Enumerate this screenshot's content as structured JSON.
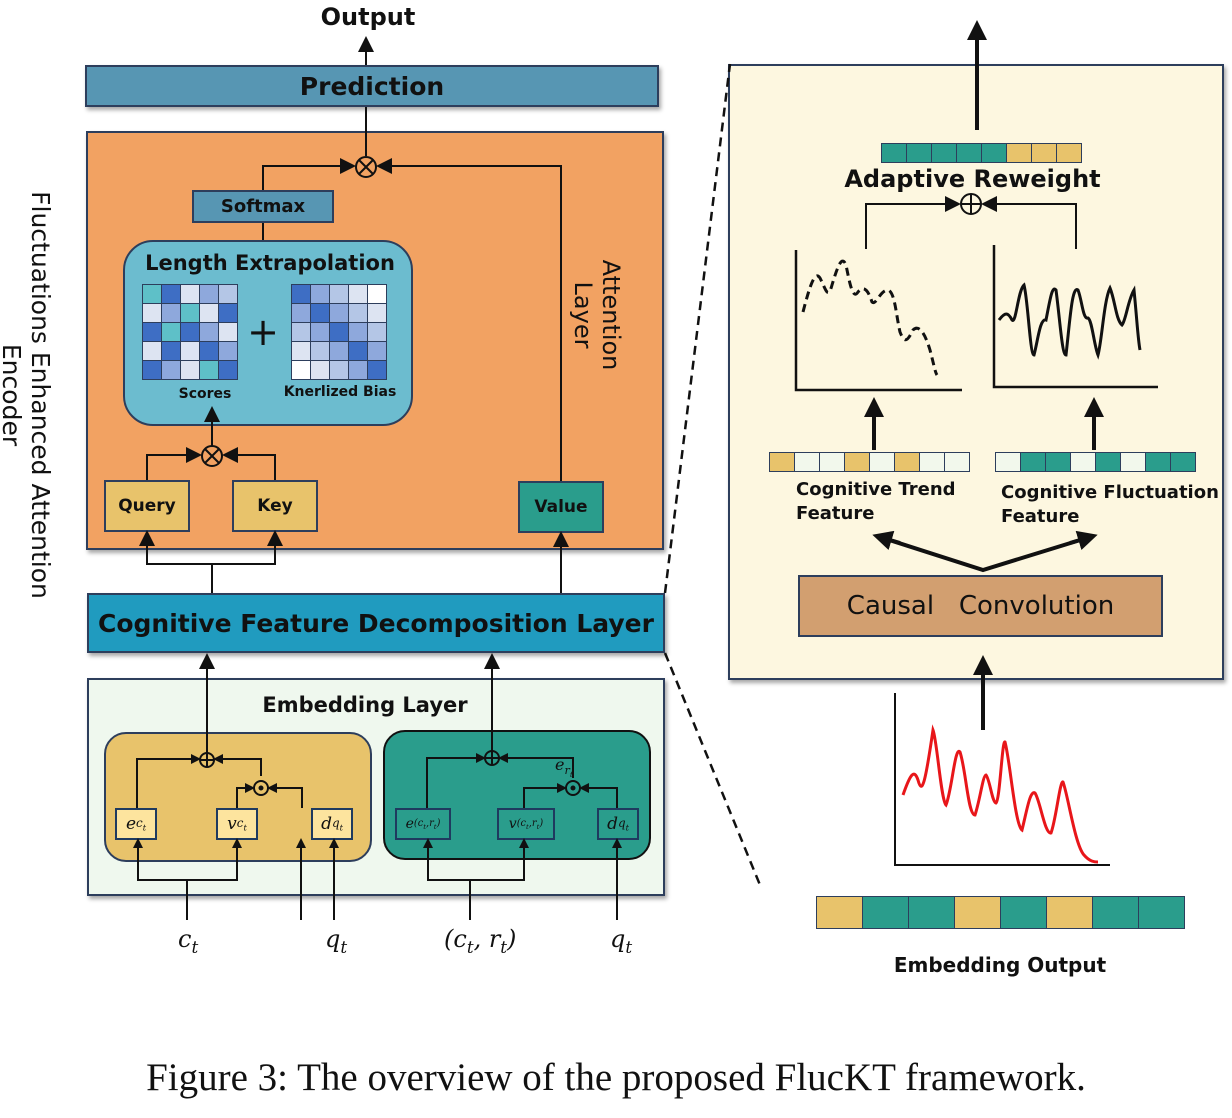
{
  "colors": {
    "prediction": "#5796b3",
    "attention": "#f2a262",
    "softmax": "#5796b3",
    "length_extrapolation": "#6cbccf",
    "query_key": "#e8c36b",
    "value": "#2a9d8c",
    "decomposition": "#209bbf",
    "embedding_bg": "#eff8ee",
    "concept_panel": "#e8c36b",
    "response_panel": "#2a9d8c",
    "math_light": "#fde49e",
    "zoom_panel": "#fdf7e0",
    "causal_conv": "#d29f70",
    "signal": "#e8161a",
    "teal_cell": "#2a9d8c",
    "gold_cell": "#e8c36b",
    "pale_cell": "#f2f8ec"
  },
  "left": {
    "output_label": "Output",
    "prediction_label": "Prediction",
    "encoder_label": "Fluctuations Enhanced Attention Encoder",
    "attention_layer_label": "Attention Layer",
    "softmax_label": "Softmax",
    "length_extrapolation": {
      "title": "Length Extrapolation",
      "scores_label": "Scores",
      "bias_label": "Knerlized Bias",
      "plus": "+",
      "scores_matrix": [
        [
          "t",
          "d",
          "p",
          "m",
          "l"
        ],
        [
          "p",
          "m",
          "t",
          "p",
          "d"
        ],
        [
          "d",
          "t",
          "d",
          "m",
          "p"
        ],
        [
          "p",
          "d",
          "p",
          "d",
          "m"
        ],
        [
          "d",
          "m",
          "p",
          "t",
          "d"
        ]
      ],
      "bias_matrix": [
        [
          "d",
          "m",
          "l",
          "p",
          "w"
        ],
        [
          "m",
          "d",
          "m",
          "l",
          "p"
        ],
        [
          "l",
          "m",
          "d",
          "m",
          "l"
        ],
        [
          "p",
          "l",
          "m",
          "d",
          "m"
        ],
        [
          "w",
          "p",
          "l",
          "m",
          "d"
        ]
      ]
    },
    "query_label": "Query",
    "key_label": "Key",
    "value_label": "Value",
    "otimes": "⊗",
    "decomposition_label": "Cognitive Feature Decomposition Layer",
    "embedding": {
      "title": "Embedding Layer",
      "oplus": "⊕",
      "odot": "⊙",
      "concept": {
        "e": "e",
        "e_sub": "c",
        "e_subsub": "t",
        "v": "v",
        "v_sub": "c",
        "v_subsub": "t",
        "d": "d",
        "d_sub": "q",
        "d_subsub": "t"
      },
      "response": {
        "e": "e",
        "e_sub": "(c",
        "v": "v",
        "d": "d",
        "er": "e",
        "er_sub": "r",
        "er_subsub": "t"
      },
      "inputs": [
        "c",
        "q",
        "(c",
        "q"
      ]
    }
  },
  "right": {
    "adaptive_reweight_label": "Adaptive Reweight",
    "oplus": "⊕",
    "reweight_cells": [
      "teal",
      "teal",
      "teal",
      "teal",
      "teal",
      "gold",
      "gold",
      "gold"
    ],
    "trend_cells": [
      "gold",
      "pale",
      "pale",
      "gold",
      "pale",
      "gold",
      "pale",
      "pale"
    ],
    "fluct_cells": [
      "pale",
      "teal",
      "teal",
      "pale",
      "teal",
      "pale",
      "teal",
      "teal"
    ],
    "trend_label_line1": "Cognitive Trend",
    "trend_label_line2": "Feature",
    "fluct_label_line1": "Cognitive Fluctuation",
    "fluct_label_line2": "Feature",
    "causal_conv_label": "Causal   Convolution",
    "embedding_output_cells": [
      "gold",
      "teal",
      "teal",
      "gold",
      "teal",
      "gold",
      "teal",
      "teal"
    ],
    "embedding_output_label": "Embedding Output"
  },
  "caption": "Figure 3: The overview of the proposed FlucKT framework."
}
